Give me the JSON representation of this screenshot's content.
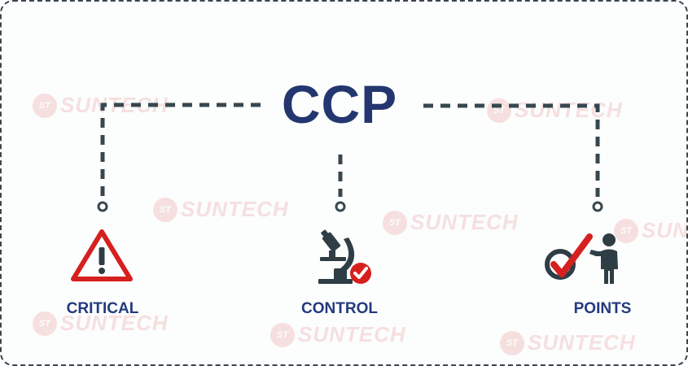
{
  "diagram": {
    "title": "CCP",
    "items": [
      {
        "label": "CRITICAL",
        "icon": "warning-triangle-icon"
      },
      {
        "label": "CONTROL",
        "icon": "microscope-check-icon"
      },
      {
        "label": "POINTS",
        "icon": "person-checkmark-icon"
      }
    ]
  },
  "watermark": {
    "text": "SUNTECH",
    "badge": "ST"
  },
  "colors": {
    "title": "#23366f",
    "label": "#233a7d",
    "connector": "#37474f",
    "alert_red": "#d6201f",
    "icon_dark": "#2f3d45"
  }
}
